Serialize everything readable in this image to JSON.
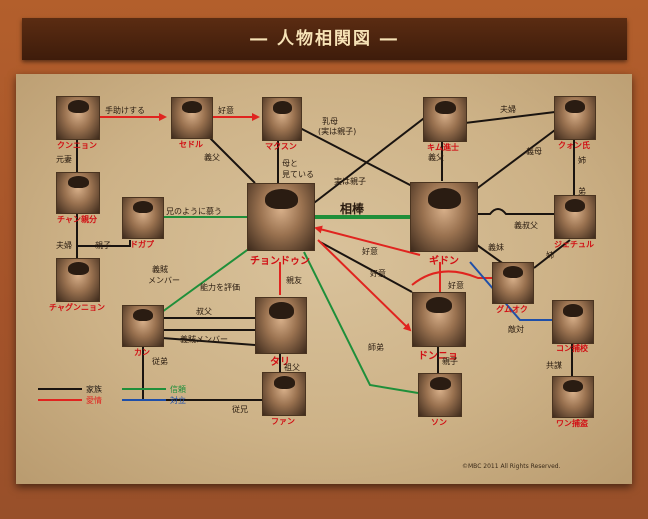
{
  "title": "― 人物相関図 ―",
  "characters": {
    "kunnyon": {
      "name": "クンニョン"
    },
    "sedol": {
      "name": "セドル"
    },
    "makusun": {
      "name": "マクスン"
    },
    "kim": {
      "name": "キム進士"
    },
    "kuon": {
      "name": "クォン氏"
    },
    "chang": {
      "name": "チャン親分"
    },
    "dogap": {
      "name": "ドガプ"
    },
    "chondoun": {
      "name": "チョンドゥン"
    },
    "gidon": {
      "name": "ギドン"
    },
    "jechul": {
      "name": "ジェチュル"
    },
    "chagunnyon": {
      "name": "チャグンニョン"
    },
    "gumoku": {
      "name": "グムオク"
    },
    "kan": {
      "name": "カン"
    },
    "tari": {
      "name": "タリ"
    },
    "donnyo": {
      "name": "ドンニョ"
    },
    "kon": {
      "name": "コン捕校"
    },
    "fan": {
      "name": "ファン"
    },
    "son": {
      "name": "ソン"
    },
    "wan": {
      "name": "ワン捕盗"
    }
  },
  "relations": {
    "tedasuke": "手助けする",
    "kouihaya": "好意",
    "gifu1": "義父",
    "nyubo": "乳母",
    "jitsuoya1": "(実は親子)",
    "gifu2": "義父",
    "fuufu1": "夫婦",
    "giri": "義母",
    "imouto": "姉",
    "otouto": "弟",
    "genkan": "元妻",
    "haha_to": "母と",
    "mitteiru": "見ている",
    "jitsuoya2": "実は親子",
    "kyoudai": "兄のように慕う",
    "aibou": "相棒",
    "gioji": "義叔父",
    "fuufu2": "夫婦",
    "oyako1": "親子",
    "gizoku_member1": "義賊",
    "gizoku_member2": "メンバー",
    "nouryoku": "能力を評価",
    "koui2": "好意",
    "koui3": "好意",
    "gimai": "義妹",
    "ane": "姉",
    "shinyu": "親友",
    "oji": "叔父",
    "gizoku_member3": "義賊メンバー",
    "koui4": "好意",
    "tairitsu": "敵対",
    "shitei": "師弟",
    "oyako2": "親子",
    "juutei": "従弟",
    "sofu": "祖父",
    "kyoubou": "共謀",
    "juukei": "従兄"
  },
  "legend": {
    "family": "家族",
    "love": "愛情",
    "trust": "信頼",
    "conflict": "対立"
  },
  "colors": {
    "family": "#1a1410",
    "love": "#e0241f",
    "trust": "#1f8f3a",
    "conflict": "#1f4fa8"
  },
  "copyright": "©MBC 2011 All Rights Reserved."
}
